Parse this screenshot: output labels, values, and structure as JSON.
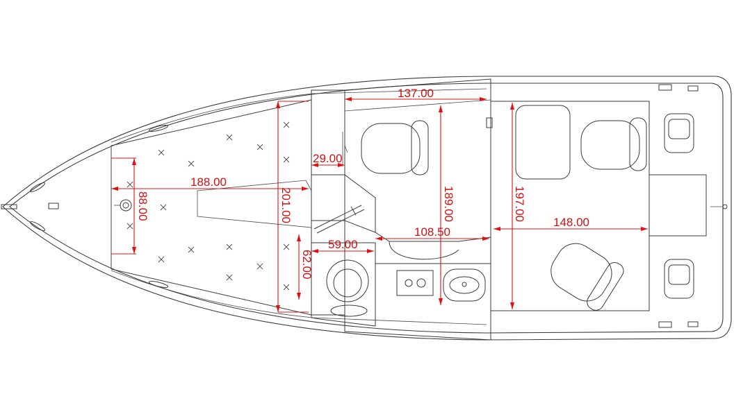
{
  "dimensions": {
    "d137": "137.00",
    "d29": "29.00",
    "d188": "188.00",
    "d88": "88.00",
    "d201": "201.00",
    "d59": "59.00",
    "d62": "62.00",
    "d189": "189.00",
    "d108": "108.50",
    "d197": "197.00",
    "d148": "148.00"
  },
  "colors": {
    "dimension": "#e01010",
    "outline": "#3a3a3a",
    "background": "#ffffff"
  }
}
